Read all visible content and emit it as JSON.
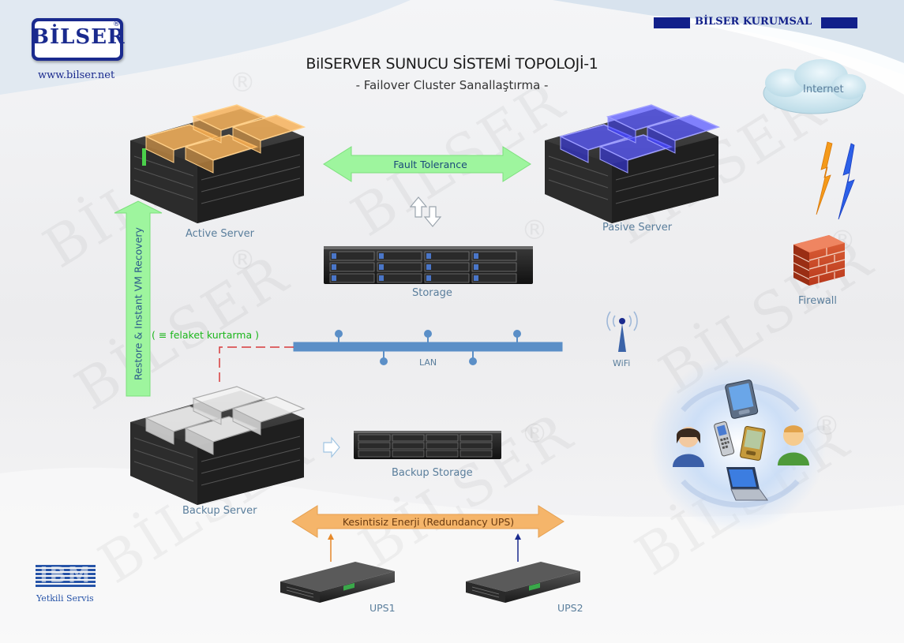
{
  "header": {
    "logo_text": "BİLSER",
    "website": "www.bilser.net",
    "brand_banner": "BİLSER KURUMSAL",
    "title": "BilSERVER SUNUCU SİSTEMİ TOPOLOJİ-1",
    "subtitle": "- Failover Cluster Sanallaştırma -"
  },
  "nodes": {
    "active_server": "Active Server",
    "pasive_server": "Pasive Server",
    "storage": "Storage",
    "backup_server": "Backup Server",
    "backup_storage": "Backup Storage",
    "internet": "Internet",
    "firewall": "Firewall",
    "wifi": "WiFi",
    "lan": "LAN",
    "ups1": "UPS1",
    "ups2": "UPS2"
  },
  "links": {
    "fault_tolerance": "Fault Tolerance",
    "restore": "Restore & Instant VM Recovery",
    "disaster_recovery": "( ≡ felaket kurtarma )",
    "redundancy_ups": "Kesintisiz Enerji (Redundancy UPS)"
  },
  "footer": {
    "ibm_logo": "IBM",
    "authorized": "Yetkili Servis"
  },
  "watermark": "BİLSER",
  "colors": {
    "title": "#1c1c1c",
    "label": "#5a7e9c",
    "green_arrow": "#9ef59e",
    "orange_arrow": "#f5b56a",
    "lan": "#5b8fc7",
    "brand_navy": "#12208a",
    "active_glow": "#f0a040",
    "pasive_glow": "#3a3aff"
  },
  "icons": [
    "server-icon",
    "storage-icon",
    "cloud-icon",
    "firewall-icon",
    "lightning-icon",
    "wifi-icon",
    "phone-icon",
    "pda-icon",
    "laptop-icon",
    "user-icon",
    "ups-icon"
  ]
}
